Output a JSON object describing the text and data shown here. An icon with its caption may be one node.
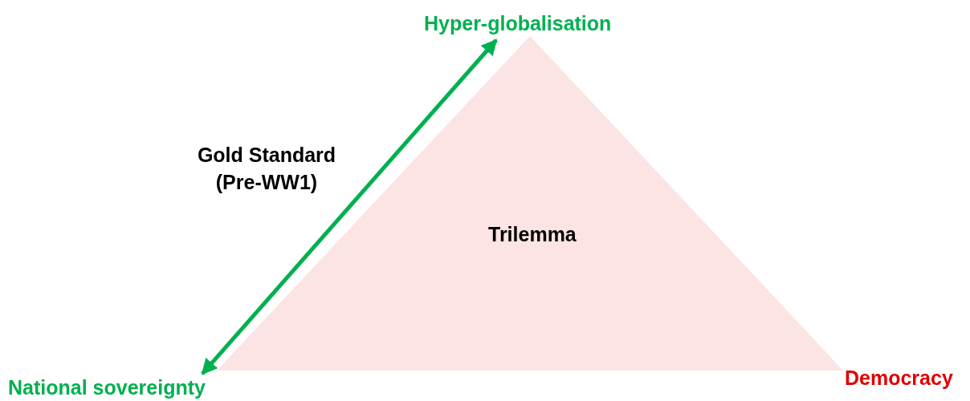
{
  "diagram": {
    "nodes": [
      {
        "text": [
          "Hyper-globalisation"
        ]
      },
      {
        "text": [
          "Trilemma"
        ]
      },
      {
        "text": [
          "National sovereignty"
        ]
      }
    ],
    "edges": [
      {
        "from": 2,
        "to": 0,
        "arrow": "both",
        "label": "Gold Standard (Pre-WW1)",
        "color": "#00b050"
      }
    ],
    "labels": [
      "Democracy"
    ]
  }
}
